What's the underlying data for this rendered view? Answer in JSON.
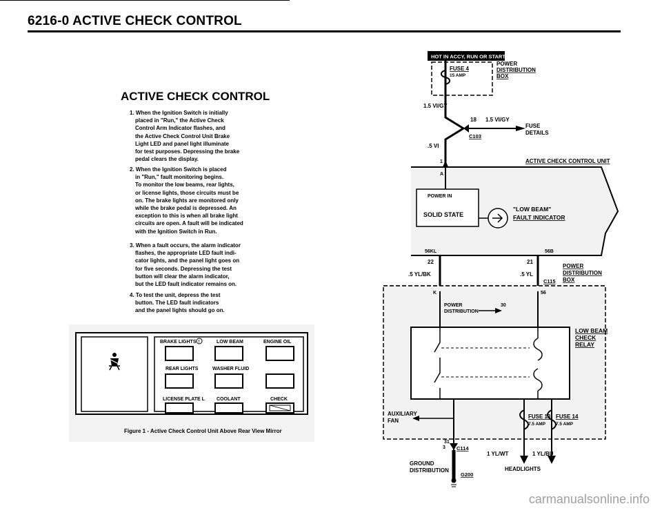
{
  "header": {
    "title": "6216-0   ACTIVE CHECK CONTROL"
  },
  "section_title": "ACTIVE CHECK CONTROL",
  "steps": [
    {
      "lines": [
        "1. When the Ignition Switch is initially",
        "placed in \"Run,\" the Active Check",
        "Control Arm Indicator flashes, and",
        "the Active Check Control Unit Brake",
        "Light LED and panel light illuminate",
        "for test purposes. Depressing the brake",
        "pedal clears the display."
      ]
    },
    {
      "lines": [
        "2. When the Ignition Switch is placed",
        "in \"Run,\" fault monitoring begins.",
        "To monitor the low beams, rear lights,",
        "or license lights, those circuits must be",
        "on. The brake lights are monitored only",
        "while the brake pedal is depressed. An",
        "exception to this is when all brake light",
        "circuits are open. A fault will be indicated",
        "with the Ignition Switch in Run."
      ]
    },
    {
      "lines": [
        "3. When a fault occurs, the alarm indicator",
        "flashes, the appropriate LED fault indi-",
        "cator lights, and the panel light goes on",
        "for five seconds. Depressing the test",
        "button will clear the alarm indicator,",
        "but the LED fault indicator remains on."
      ]
    },
    {
      "lines": [
        "4. To test the unit, depress the test",
        "button. The LED fault indicators",
        "and the panel lights should go on."
      ]
    }
  ],
  "figure": {
    "labels": {
      "brake": "BRAKE LIGHTS",
      "low_beam": "LOW BEAM",
      "engine_oil": "ENGINE OIL",
      "rear": "REAR LIGHTS",
      "washer": "WASHER FLUID",
      "license": "LICENSE PLATE L",
      "coolant": "COOLANT",
      "check": "CHECK"
    },
    "caption": "Figure 1 - Active Check Control Unit Above Rear View Mirror"
  },
  "schematic": {
    "hot_label": "HOT IN ACCY, RUN OR START",
    "fuse4": "FUSE 4",
    "fuse4_amp": "15 AMP",
    "pdb1": [
      "POWER",
      "DISTRIBUTION",
      "BOX"
    ],
    "wire1": "1.5 VI/GY",
    "pin18": "18",
    "wire2": "1.5 VI/GY",
    "c103": "C103",
    "fuse_details": [
      "FUSE",
      "DETAILS"
    ],
    "wire3": ".5 VI",
    "pin1": "1",
    "acc_unit": "ACTIVE CHECK CONTROL UNIT",
    "pinA": "A",
    "power_in": "POWER IN",
    "solid_state": "SOLID STATE",
    "lowbeam_fault": [
      "\"LOW BEAM\"",
      "FAULT INDICATOR"
    ],
    "pin56kl": "56KL",
    "pin56b": "56B",
    "pin22": "22",
    "pin21": "21",
    "wire_ylbk": ".5 YL/BK",
    "wire_yl": ".5 YL",
    "pdb2": [
      "POWER",
      "DISTRIBUTION",
      "BOX"
    ],
    "c115": "C115",
    "pinK": "K",
    "pin56": "56",
    "power_dist": [
      "POWER",
      "DISTRIBUTION"
    ],
    "pin30": "30",
    "relay": [
      "LOW BEAM",
      "CHECK",
      "RELAY"
    ],
    "aux_fan": [
      "AUXILIARY",
      "FAN"
    ],
    "fuse13": "FUSE 13",
    "fuse13_amp": "7.5 AMP",
    "fuse14": "FUSE 14",
    "fuse14_amp": "7.5 AMP",
    "pin31": "31",
    "pin3": "3",
    "c114": "C114",
    "wire_ylwt": "1 YL/WT",
    "wire_ylbu": "1 YL/BU",
    "ground": [
      "GROUND",
      "DISTRIBUTION"
    ],
    "g200": "G200",
    "headlights": "HEADLIGHTS"
  },
  "watermark": "carmanualsonline.info"
}
